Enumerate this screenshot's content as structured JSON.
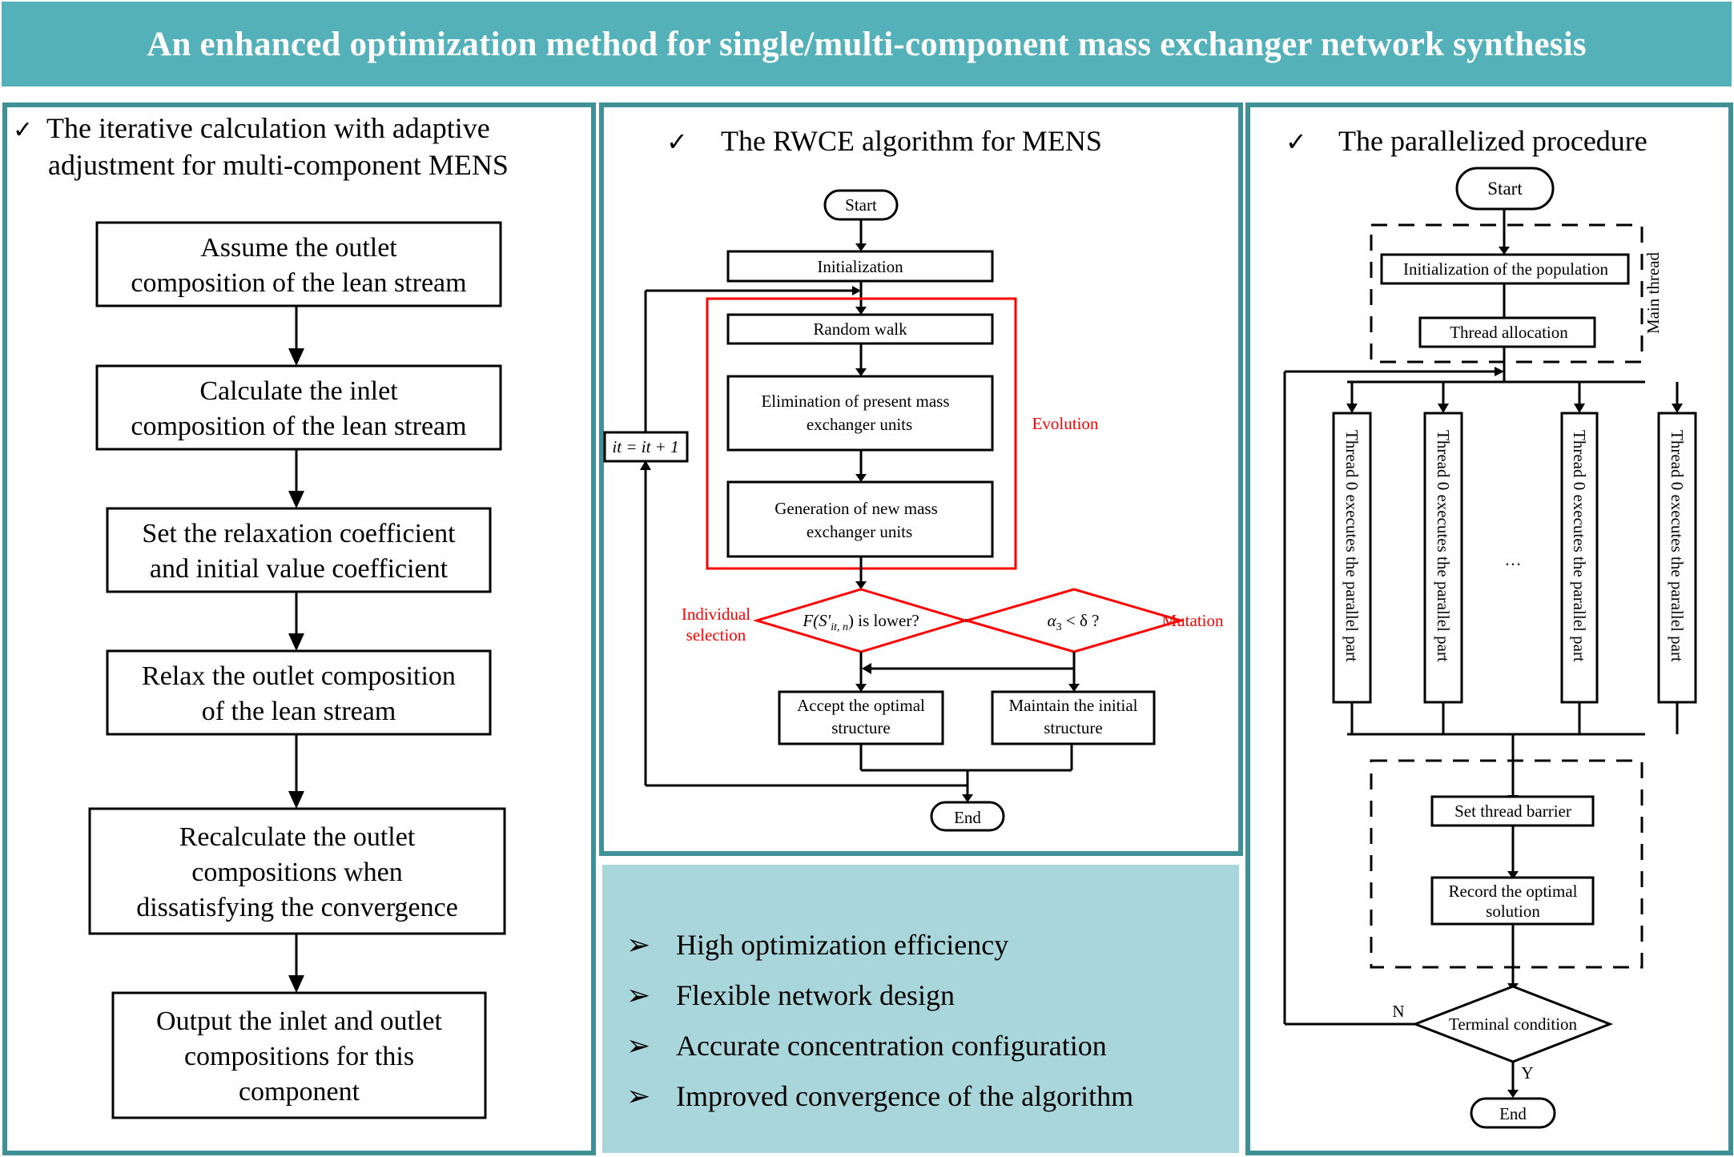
{
  "header": {
    "title": "An enhanced optimization method for single/multi-component mass exchanger network synthesis"
  },
  "colors": {
    "banner": "#54b0b9",
    "panel_border": "#3f9196",
    "benefits_bg": "#a8d6da",
    "highlight_red": "#ff0000"
  },
  "left_panel": {
    "check_icon": "✓",
    "title_line1": "The iterative calculation with adaptive",
    "title_line2": "adjustment for multi-component MENS",
    "steps": [
      [
        "Assume the outlet",
        "composition of the lean stream"
      ],
      [
        "Calculate the inlet",
        "composition of the lean stream"
      ],
      [
        "Set the relaxation coefficient",
        "and initial value coefficient"
      ],
      [
        "Relax the outlet composition",
        "of the lean stream"
      ],
      [
        "Recalculate the outlet",
        "compositions when",
        "dissatisfying the convergence"
      ],
      [
        "Output the inlet and outlet",
        "compositions for this",
        "component"
      ]
    ]
  },
  "middle_panel": {
    "check_icon": "✓",
    "title": "The RWCE algorithm for MENS",
    "start": "Start",
    "initialization": "Initialization",
    "random_walk": "Random walk",
    "elimination": [
      "Elimination of present mass",
      "exchanger units"
    ],
    "generation": [
      "Generation of new mass",
      "exchanger units"
    ],
    "evolution_label": "Evolution",
    "iteration_box": "it = it + 1",
    "decision1": "F(S′it, n) is lower?",
    "decision1_parts": {
      "f": "F(",
      "s": "S′",
      "sub": "it, n",
      "rest": ") is lower?"
    },
    "decision2": "α3 < δ ?",
    "decision2_parts": {
      "alpha": "α",
      "sub": "3",
      "rest": " < δ ?"
    },
    "individual_selection": [
      "Individual",
      "selection"
    ],
    "mutation_label": "Mutation",
    "accept": [
      "Accept the optimal",
      "structure"
    ],
    "maintain": [
      "Maintain the initial",
      "structure"
    ],
    "end": "End"
  },
  "right_panel": {
    "check_icon": "✓",
    "title": "The parallelized procedure",
    "start": "Start",
    "init_population": "Initialization of the population",
    "thread_allocation": "Thread allocation",
    "main_thread_label": "Main thread",
    "threads": [
      "Thread 0 executes the parallel part",
      "Thread 0 executes the parallel part",
      "Thread 0 executes the parallel part",
      "Thread 0 executes the parallel part"
    ],
    "ellipsis": "…",
    "barrier": "Set thread barrier",
    "record": [
      "Record the optimal",
      "solution"
    ],
    "terminal": "Terminal condition",
    "no_label": "N",
    "yes_label": "Y",
    "end": "End"
  },
  "benefits": {
    "bullet_icon": "➢",
    "items": [
      "High optimization efficiency",
      "Flexible network design",
      "Accurate concentration configuration",
      "Improved convergence of the algorithm"
    ]
  }
}
